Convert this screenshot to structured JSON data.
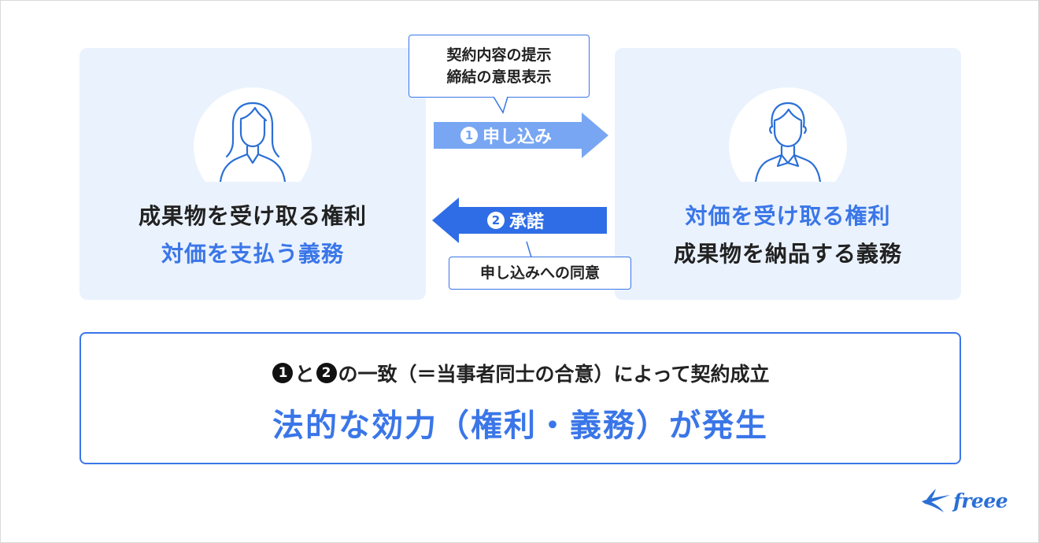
{
  "left_party": {
    "right_text": "成果物を受け取る権利",
    "duty_text": "対価を支払う義務"
  },
  "right_party": {
    "right_text": "対価を受け取る権利",
    "duty_text": "成果物を納品する義務"
  },
  "offer": {
    "number": "1",
    "label": "申し込み",
    "note_line1": "契約内容の提示",
    "note_line2": "締結の意思表示"
  },
  "acceptance": {
    "number": "2",
    "label": "承諾",
    "note": "申し込みへの同意"
  },
  "result": {
    "badge1": "1",
    "connector": "と",
    "badge2": "2",
    "statement": "の一致（＝当事者同士の合意）によって契約成立",
    "headline": "法的な効力（権利・義務）が発生"
  },
  "brand": {
    "logo_text": "freee"
  },
  "colors": {
    "accent": "#3a76e8",
    "card_bg": "#eaf2fd",
    "arrow_light": "#78a6f2",
    "arrow_dark": "#2f6de6"
  }
}
